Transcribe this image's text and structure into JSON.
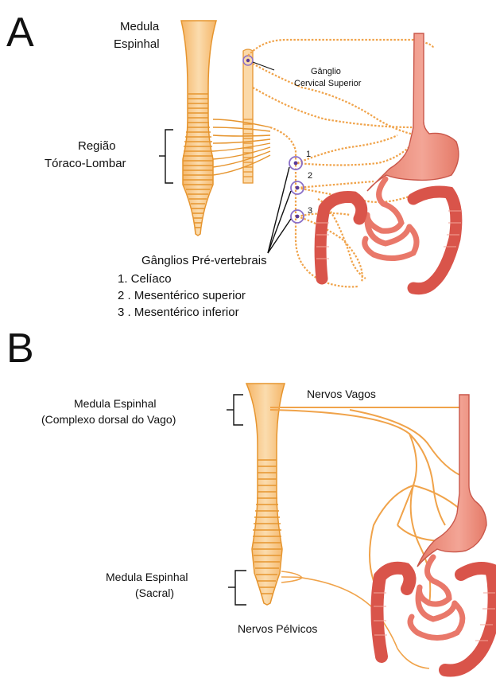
{
  "panels": [
    {
      "letter": "A",
      "labels": {
        "spinal_cord": [
          "Medula",
          "Espinhal"
        ],
        "ganglion": [
          "Gânglio",
          "Cervical Superior"
        ],
        "region": [
          "Região",
          "Tóraco-Lombar"
        ],
        "prevertebral_title": "Gânglios Pré-vertebrais",
        "prevertebral_items": [
          "1. Celíaco",
          "2 . Mesentérico superior",
          "3 . Mesentérico inferior"
        ],
        "numbers": [
          "1",
          "2",
          "3"
        ]
      }
    },
    {
      "letter": "B",
      "labels": {
        "spinal_top": [
          "Medula Espinhal",
          "(Complexo dorsal do Vago)"
        ],
        "vagus": "Nervos Vagos",
        "spinal_sacral": [
          "Medula Espinhal",
          "(Sacral)"
        ],
        "pelvic": "Nervos Pélvicos"
      }
    }
  ],
  "colors": {
    "nerve": "#f0a34a",
    "cord": "#f7c98d",
    "cord_line": "#e6952f",
    "gut": "#e9786a",
    "colon": "#d9544a",
    "ganglion": "#8a6fc9"
  }
}
